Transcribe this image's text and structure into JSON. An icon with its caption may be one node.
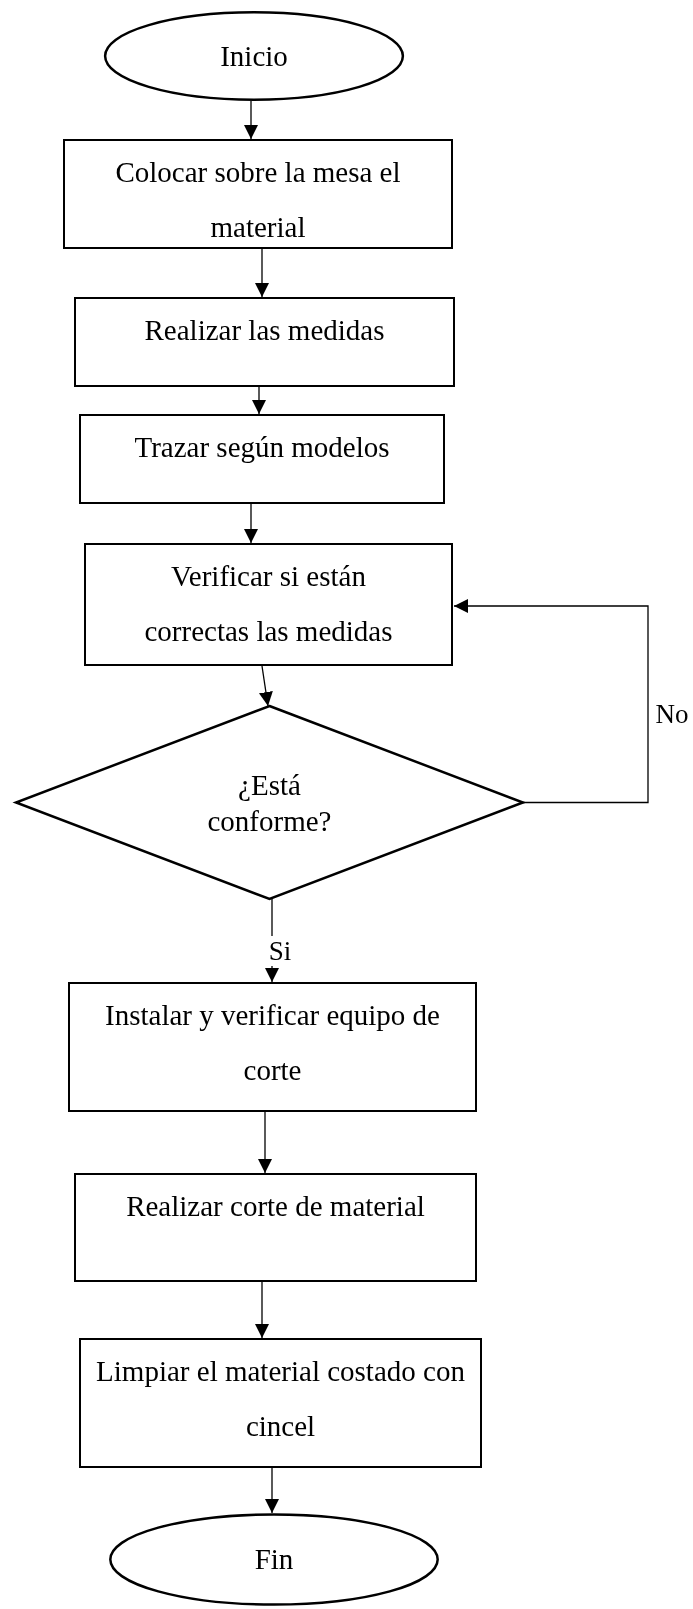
{
  "diagram": {
    "nodes": [
      {
        "text": [
          "Inicio"
        ]
      },
      {
        "text": [
          "Colocar sobre la mesa el material"
        ]
      },
      {
        "text": [
          "Realizar las medidas"
        ]
      },
      {
        "text": [
          "Trazar según modelos"
        ]
      },
      {
        "text": [
          "Verificar si están correctas las medidas"
        ]
      },
      {
        "text": [
          "¿Está conforme?"
        ]
      },
      {
        "text": [
          "Instalar y verificar equipo de corte"
        ]
      },
      {
        "text": [
          "Realizar corte de material"
        ]
      },
      {
        "text": [
          "Limpiar el material costado con cincel"
        ]
      },
      {
        "text": [
          "Fin"
        ]
      }
    ],
    "edges": [
      {
        "from": 0,
        "to": 1,
        "arrow": "to"
      },
      {
        "from": 1,
        "to": 2,
        "arrow": "to"
      },
      {
        "from": 2,
        "to": 3,
        "arrow": "to"
      },
      {
        "from": 3,
        "to": 4,
        "arrow": "to"
      },
      {
        "from": 4,
        "to": 5,
        "arrow": "to"
      },
      {
        "from": 5,
        "to": 4,
        "arrow": "to",
        "label": "No"
      },
      {
        "from": 5,
        "to": 6,
        "arrow": "to",
        "label": "Si"
      },
      {
        "from": 6,
        "to": 7,
        "arrow": "to"
      },
      {
        "from": 7,
        "to": 8,
        "arrow": "to"
      },
      {
        "from": 8,
        "to": 9,
        "arrow": "to"
      }
    ]
  }
}
